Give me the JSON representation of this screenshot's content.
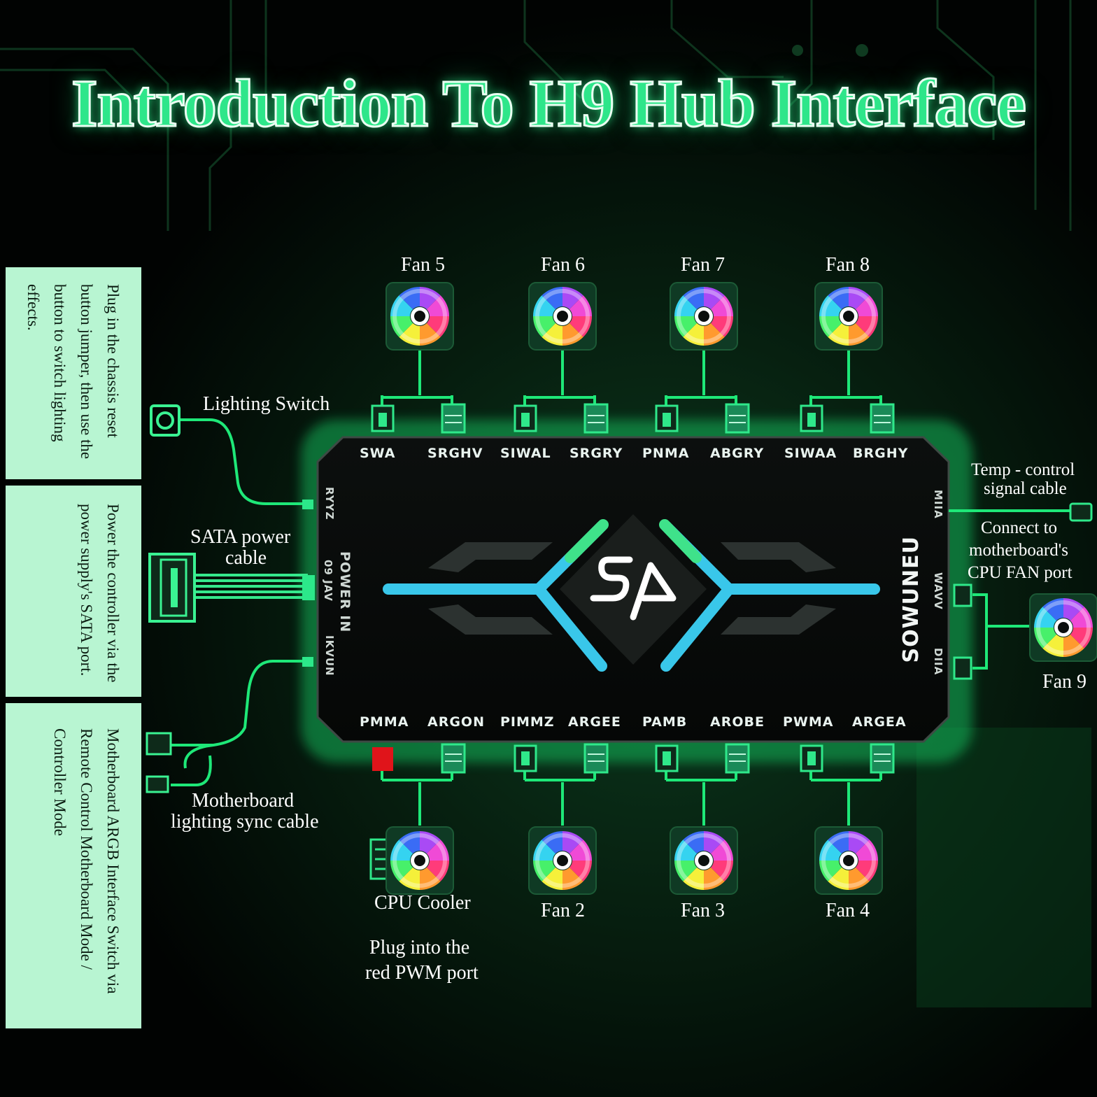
{
  "title": "Introduction To H9 Hub Interface",
  "left_panels": [
    "Plug in the chassis reset button jumper, then use the button to switch lighting effects.",
    "Power the controller via the power supply's SATA port.",
    "Motherboard ARGB Interface Switch via Remote Control Motherboard Mode / Controller Mode"
  ],
  "labels": {
    "lighting_switch": "Lighting Switch",
    "sata_line1": "SATA power",
    "sata_line2": "cable",
    "sync_line1": "Motherboard",
    "sync_line2": "lighting sync cable",
    "temp_line1": "Temp - control",
    "temp_line2": "signal cable",
    "connect_line1": "Connect to",
    "connect_line2": "motherboard's",
    "connect_line3": "CPU FAN port",
    "cpu_cooler": "CPU Cooler",
    "red_line1": "Plug into the",
    "red_line2": "red PWM port"
  },
  "top_fans": [
    "Fan 5",
    "Fan 6",
    "Fan 7",
    "Fan 8"
  ],
  "bottom_fans": [
    "Fan 2",
    "Fan 3",
    "Fan 4"
  ],
  "right_fan": "Fan 9",
  "top_ports": [
    "SWA",
    "SRGHV",
    "SIWAL",
    "SRGRY",
    "PNMA",
    "ABGRY",
    "SIWAA",
    "BRGHY"
  ],
  "bottom_ports": [
    "PMMA",
    "ARGON",
    "PIMMZ",
    "ARGEE",
    "PAMB",
    "AROBE",
    "PWMA",
    "ARGEA"
  ],
  "left_side_ports": [
    "RYYZ",
    "POWER IN",
    "09 JAV",
    "IKVUN"
  ],
  "right_side_ports": [
    "MIIA",
    "WAVV",
    "DIIA"
  ],
  "brand": "SOWUNEU",
  "colors": {
    "accent_green": "#2ee68a",
    "panel_bg": "#b8f5d2",
    "cyan_glow": "#38c9e6",
    "red_port": "#e0141a"
  }
}
